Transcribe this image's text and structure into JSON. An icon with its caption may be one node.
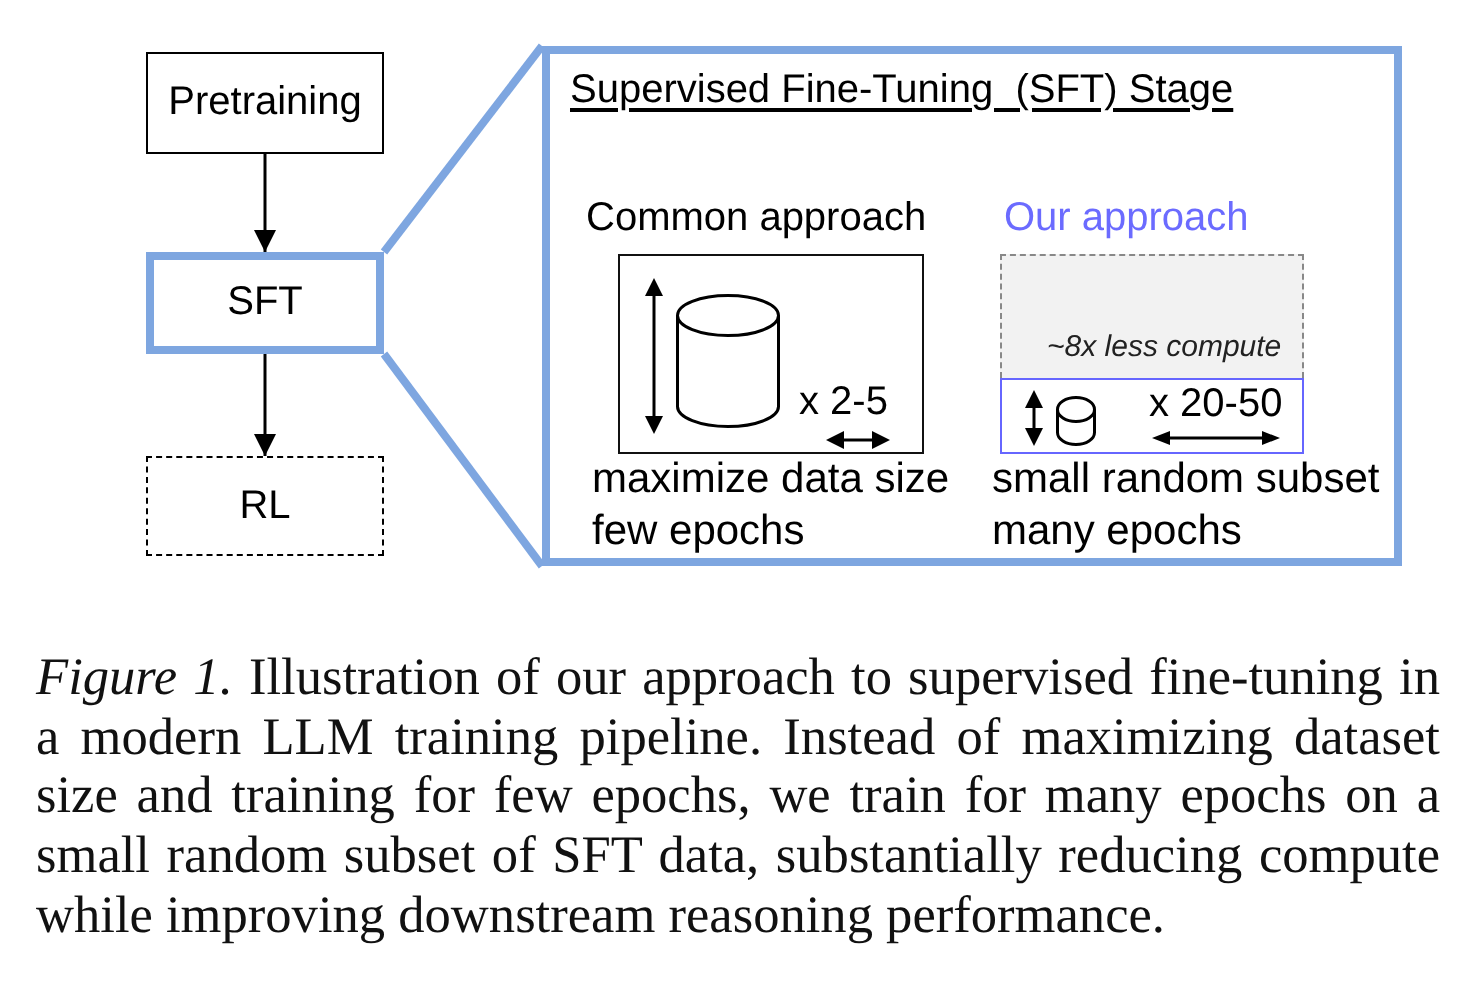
{
  "diagram": {
    "caption": "*Figure 1.* Illustration of our approach to supervised fine-tuning in a modern LLM training pipeline. Instead of maximizing dataset size and training for few epochs, we train for many epochs on a small random subset of SFT data, substantially reducing compute while improving downstream reasoning performance.",
    "nodes": [
      {
        "text": [
          "Pretraining"
        ]
      },
      {
        "text": [
          "SFT"
        ]
      },
      {
        "text": [
          "RL"
        ]
      },
      {
        "text": [
          "Supervised Fine-Tuning  (SFT) Stage"
        ]
      },
      {
        "text": [
          "Common approach",
          "x 2-5"
        ],
        "beside": [
          "maximize data size few epochs"
        ],
        "in": 3
      },
      {
        "text": [
          "Our approach",
          "~8x less compute"
        ],
        "in": 3
      },
      {
        "text": [
          "x 20-50"
        ],
        "beside": [
          "small random subset many epochs"
        ],
        "in": 3
      }
    ],
    "edges": [
      {
        "from": 0,
        "to": 1,
        "arrow": "to"
      },
      {
        "from": 1,
        "to": 2,
        "arrow": "to"
      },
      {
        "from": 1,
        "to": 3,
        "arrow": "none",
        "style": "thick",
        "color": "#7ea6e0"
      },
      {
        "from": 1,
        "to": 3,
        "arrow": "none",
        "style": "thick",
        "color": "#7ea6e0"
      }
    ]
  }
}
